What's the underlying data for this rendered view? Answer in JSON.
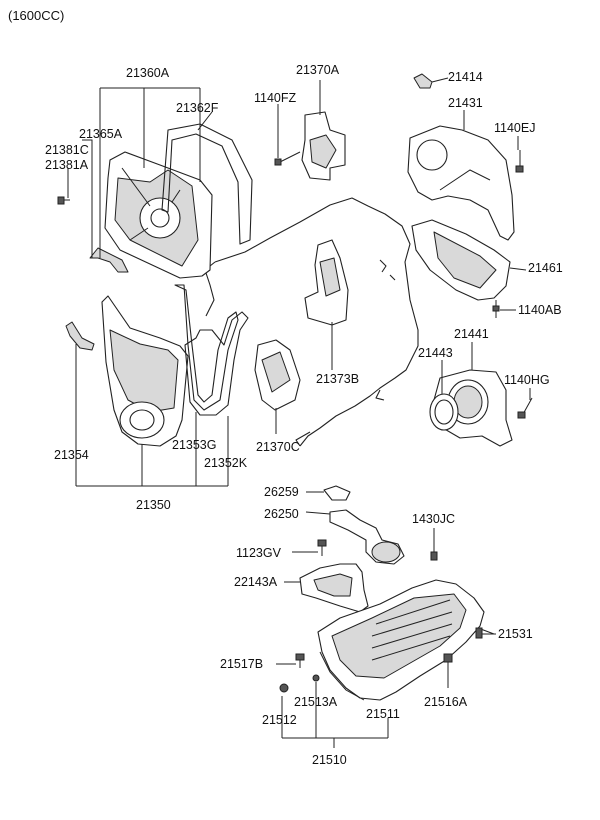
{
  "header": "(1600CC)",
  "labels": {
    "p21360A": "21360A",
    "p21362F": "21362F",
    "p21365A": "21365A",
    "p21381C": "21381C",
    "p21381A": "21381A",
    "p21370A": "21370A",
    "p1140FZ": "1140FZ",
    "p21414": "21414",
    "p21431": "21431",
    "p1140EJ": "1140EJ",
    "p21461": "21461",
    "p1140AB": "1140AB",
    "p21441": "21441",
    "p21443": "21443",
    "p1140HG": "1140HG",
    "p21373B": "21373B",
    "p21370C": "21370C",
    "p21354": "21354",
    "p21353G": "21353G",
    "p21352K": "21352K",
    "p21350": "21350",
    "p26259": "26259",
    "p26250": "26250",
    "p1430JC": "1430JC",
    "p1123GV": "1123GV",
    "p22143A": "22143A",
    "p21531": "21531",
    "p21517B": "21517B",
    "p21513A": "21513A",
    "p21512": "21512",
    "p21511": "21511",
    "p21516A": "21516A",
    "p21510": "21510"
  }
}
